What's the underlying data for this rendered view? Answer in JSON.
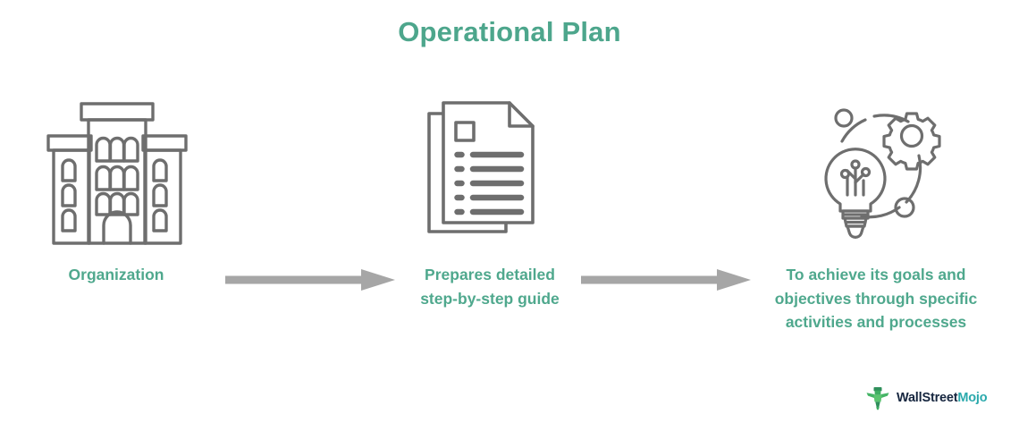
{
  "page": {
    "title": "Operational Plan",
    "background_color": "#ffffff",
    "accent_color": "#4da68c",
    "icon_stroke_color": "#6e6e6e",
    "arrow_color": "#a6a6a6"
  },
  "flow": {
    "stages": [
      {
        "id": "organization",
        "icon": "office-building-icon",
        "label": "Organization",
        "label_lines": [
          "Organization"
        ]
      },
      {
        "id": "prepares-guide",
        "icon": "documents-checklist-icon",
        "label": "Prepares detailed step-by-step guide",
        "label_lines": [
          "Prepares detailed",
          "step-by-step guide"
        ]
      },
      {
        "id": "achieve-goals",
        "icon": "lightbulb-gear-idea-icon",
        "label": "To achieve its goals and objectives through specific activities and processes",
        "label_lines": [
          "To achieve its goals and",
          "objectives through specific",
          "activities and processes"
        ]
      }
    ],
    "connectors": [
      {
        "id": "arrow-1",
        "icon": "right-arrow-icon"
      },
      {
        "id": "arrow-2",
        "icon": "right-arrow-icon"
      }
    ]
  },
  "logo": {
    "mark": "wallstreetmojo-bull-icon",
    "name_primary": "WallStreet",
    "name_accent": "Mojo",
    "primary_color": "#16263f",
    "accent_color": "#2aa9ac"
  }
}
